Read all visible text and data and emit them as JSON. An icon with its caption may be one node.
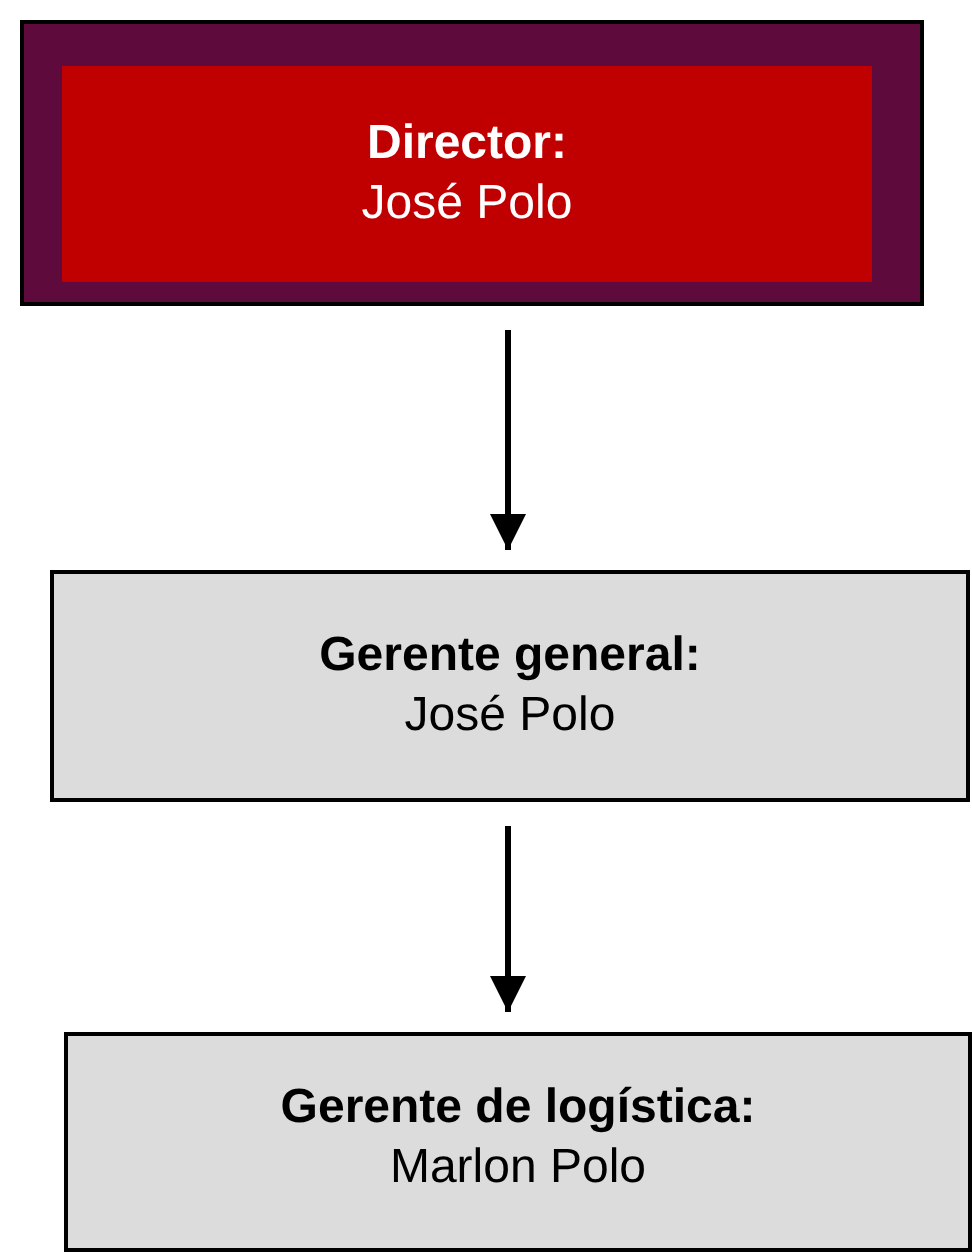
{
  "diagram": {
    "nodes": [
      {
        "text": [
          "Director:",
          "José Polo"
        ]
      },
      {
        "text": [
          "Gerente general:",
          "José Polo"
        ]
      },
      {
        "text": [
          "Gerente de logística:",
          "Marlon Polo"
        ]
      }
    ],
    "edges": [
      {
        "from": 0,
        "to": 1,
        "arrow": "to"
      },
      {
        "from": 1,
        "to": 2,
        "arrow": "to"
      }
    ]
  }
}
